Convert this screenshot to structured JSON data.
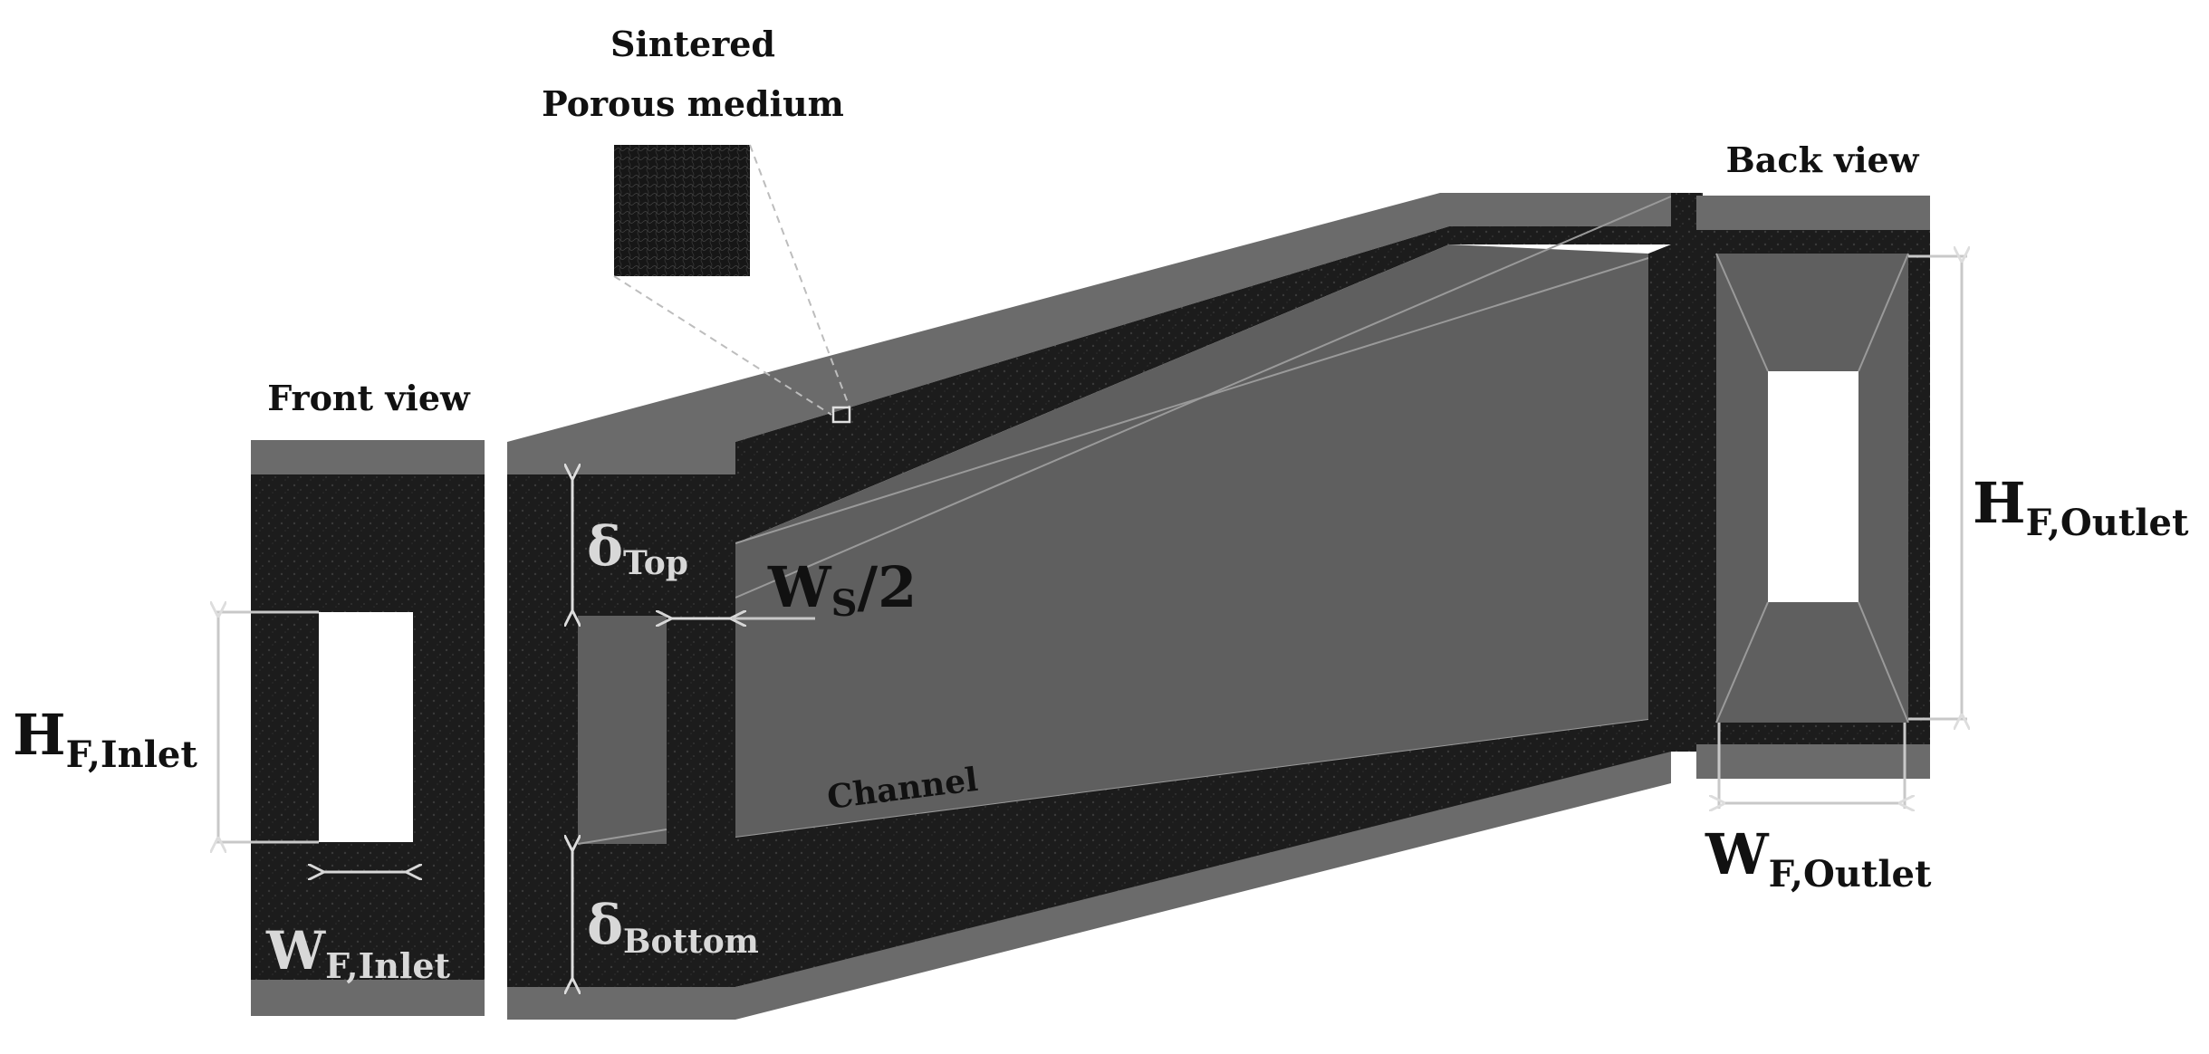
{
  "labels": {
    "front_view": "Front view",
    "back_view": "Back view",
    "inset_line1": "Sintered",
    "inset_line2": "Porous medium",
    "channel": "Channel"
  },
  "math": {
    "h_inlet_main": "H",
    "h_inlet_sub": "F,Inlet",
    "w_inlet_main": "W",
    "w_inlet_sub": "F,Inlet",
    "delta_top_main": "δ",
    "delta_top_sub": "Top",
    "delta_bottom_main": "δ",
    "delta_bottom_sub": "Bottom",
    "ws_main": "W",
    "ws_sub": "S",
    "ws_tail": "/2",
    "h_outlet_main": "H",
    "h_outlet_sub": "F,Outlet",
    "w_outlet_main": "W",
    "w_outlet_sub": "F,Outlet"
  },
  "colors": {
    "porous": "#1c1c1c",
    "solid_gray": "#6b6b6b",
    "face_gray": "#5f5f5f",
    "channel_void": "#ffffff",
    "dim_line": "#c8c8c8",
    "dark_text": "#111111",
    "light_text": "#d8d8d8"
  }
}
